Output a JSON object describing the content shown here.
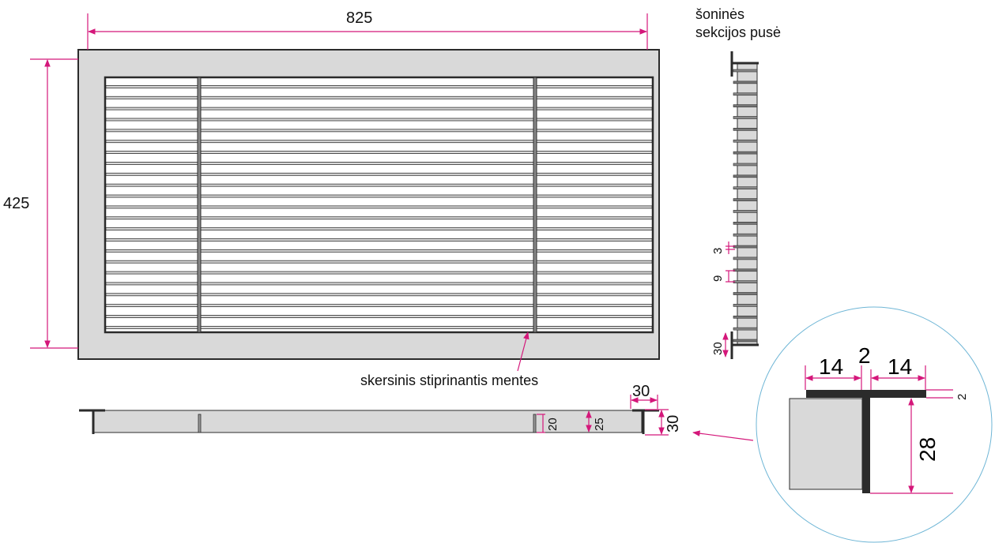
{
  "front_view": {
    "width_label": "825",
    "height_label": "425",
    "slat_count": 23
  },
  "side_view": {
    "title_line1": "šoninės",
    "title_line2": "sekcijos pusė",
    "fin_gap_label": "3",
    "fin_pitch_label": "9",
    "frame_depth_label": "30",
    "fin_count": 24
  },
  "bottom_view": {
    "crossbar_label": "skersinis stiprinantis mentes",
    "crossbar_height_label": "20",
    "inner_height_label": "25",
    "flange_width_label": "30",
    "frame_height_label": "30"
  },
  "detail": {
    "left_flange_label": "14",
    "web_thickness_label": "2",
    "right_flange_label": "14",
    "flange_thickness_label": "2",
    "web_height_label": "28"
  },
  "colors": {
    "dimension": "#d4177a",
    "outline": "#2b2b2b",
    "fill": "#d9d9d9",
    "circle": "#6fb6d6"
  }
}
